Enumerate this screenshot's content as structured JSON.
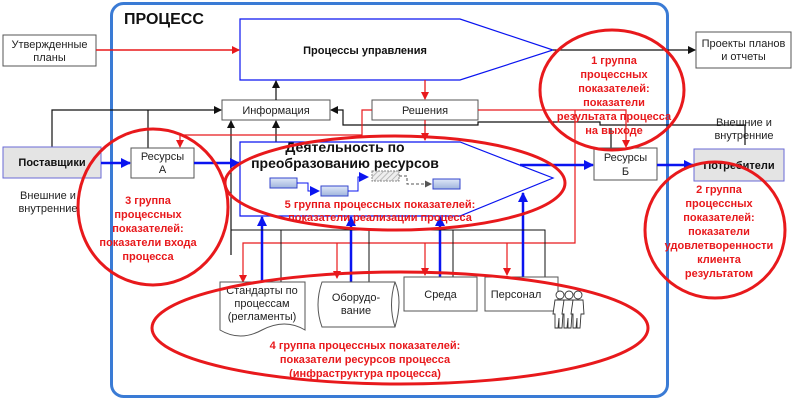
{
  "diagram": {
    "title": "ПРОЦЕСС",
    "colors": {
      "frame": "#3a7bd5",
      "indicator_red": "#e8191c",
      "flow_blue": "#0a14f0",
      "box_border": "#555555",
      "external_fill": "#e4e4e4"
    },
    "external": {
      "approved_plans": [
        "Утвержденные",
        "планы"
      ],
      "plans_reports": [
        "Проекты планов",
        "и отчеты"
      ],
      "suppliers": "Поставщики",
      "suppliers_note": [
        "Внешние и",
        "внутренние"
      ],
      "consumers": "Потребители",
      "consumers_note": [
        "Внешние и",
        "внутренние"
      ]
    },
    "nodes": {
      "management": "Процессы управления",
      "information": "Информация",
      "decisions": "Решения",
      "resources_a": [
        "Ресурсы",
        "А"
      ],
      "resources_b": [
        "Ресурсы",
        "Б"
      ],
      "activity": [
        "Деятельность по",
        "преобразованию ресурсов"
      ],
      "standards": [
        "Стандарты по",
        "процессам",
        "(регламенты)"
      ],
      "equipment": [
        "Оборудо-",
        "вание"
      ],
      "environment": "Среда",
      "personnel": "Персонал"
    },
    "indicator_groups": {
      "g1": [
        "1 группа",
        "процессных",
        "показателей:",
        "показатели",
        "результата процесса",
        "на выходе"
      ],
      "g2": [
        "2 группа",
        "процессных",
        "показателей:",
        "показатели",
        "удовлетворенности",
        "клиента",
        "результатом"
      ],
      "g3": [
        "3 группа",
        "процессных",
        "показателей:",
        "показатели входа",
        "процесса"
      ],
      "g4": [
        "4 группа процессных показателей:",
        "показатели ресурсов процесса",
        "(инфраструктура процесса)"
      ],
      "g5": [
        "5 группа процессных показателей:",
        "показатели реализации процесса"
      ]
    }
  }
}
